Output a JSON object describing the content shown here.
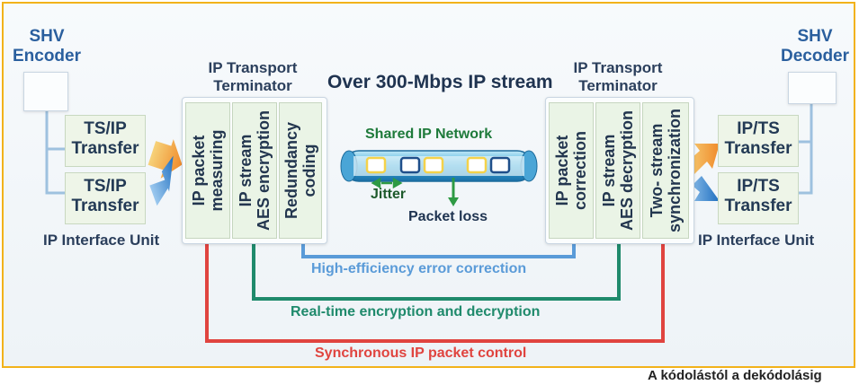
{
  "left": {
    "encoder_label": "SHV\nEncoder",
    "terminator_title": "IP Transport\nTerminator",
    "transfer_1": "TS/IP\nTransfer",
    "transfer_2": "TS/IP\nTransfer",
    "interface_label": "IP Interface Unit",
    "functions": [
      "IP packet\nmeasuring",
      "IP stream\nAES encryption",
      "Redundancy\ncoding"
    ]
  },
  "right": {
    "decoder_label": "SHV\nDecoder",
    "terminator_title": "IP Transport\nTerminator",
    "transfer_1": "IP/TS\nTransfer",
    "transfer_2": "IP/TS\nTransfer",
    "interface_label": "IP Interface Unit",
    "functions": [
      "IP packet\ncorrection",
      "IP stream\nAES decryption",
      "Two- stream\nsynchronization"
    ]
  },
  "network": {
    "stream_title": "Over 300-Mbps IP stream",
    "shared_label": "Shared IP Network",
    "jitter_label": "Jitter",
    "packet_loss_label": "Packet loss"
  },
  "links": [
    {
      "label": "High-efficiency error correction",
      "color": "#5a9bd8"
    },
    {
      "label": "Real-time encryption and decryption",
      "color": "#1f8a6c"
    },
    {
      "label": "Synchronous IP packet control",
      "color": "#e0443f"
    }
  ],
  "caption": "A kódolástól a dekódolásig",
  "colors": {
    "frame": "#f2b21a",
    "arrow_orange": "#f0a23a",
    "arrow_blue": "#2c7cc7",
    "pipe": "#3aa8d8",
    "jitter_green": "#2e9a44"
  }
}
